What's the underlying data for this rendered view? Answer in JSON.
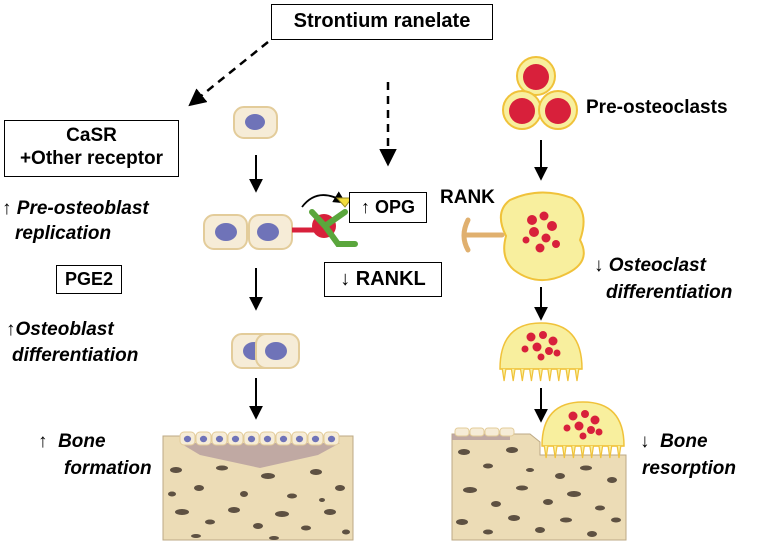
{
  "title": "Strontium ranelate",
  "receptor_box": {
    "line1": "CaSR",
    "line2": "+Other receptor"
  },
  "up_arrow": "↑",
  "down_arrow": "↓",
  "pre_osteoblast": {
    "line1": "Pre-osteoblast",
    "line2": "replication"
  },
  "pge2": "PGE2",
  "osteoblast_diff": {
    "line1": "Osteoblast",
    "line2": "differentiation"
  },
  "bone_formation": {
    "line1": "Bone",
    "line2": "formation"
  },
  "opg_box": "↑ OPG",
  "rankl_box": "↓ RANKL",
  "rank": "RANK",
  "pre_osteoclasts": "Pre-osteoclasts",
  "osteoclast_diff": {
    "line1": "Osteoclast",
    "line2": "differentiation"
  },
  "bone_resorption": {
    "line1": "Bone",
    "line2": "resorption"
  },
  "colors": {
    "cell_fill": "#f6ecd7",
    "cell_border": "#e3cc9a",
    "nucleus": "#6f73b8",
    "osteoclast_fill": "#f8ef9e",
    "osteoclast_border": "#f0c23a",
    "red": "#d8203b",
    "green": "#5aa63c",
    "bone": "#ecdcb6",
    "bone_pores": "#5e5142",
    "osteoid": "#b9a0a0",
    "receptor_tan": "#e0b06f"
  }
}
